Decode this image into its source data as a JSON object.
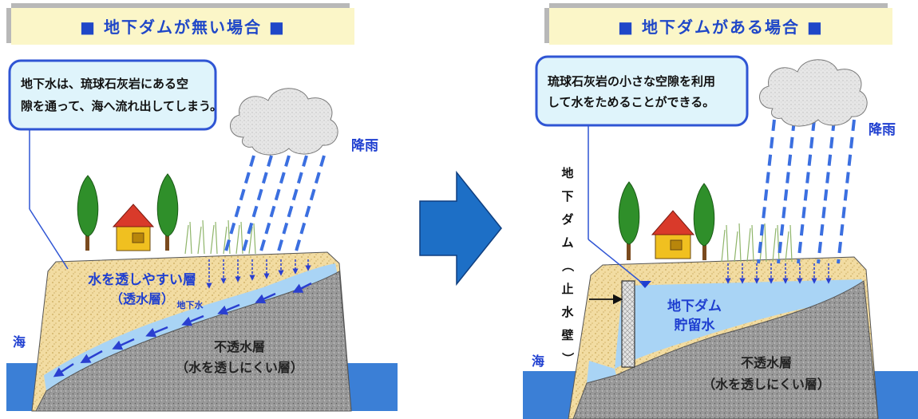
{
  "colors": {
    "title_bg": "#fbf6c8",
    "title_text": "#1f47c8",
    "callout_fill": "#dff4fb",
    "callout_border": "#2f55d4",
    "sea": "#3b7fd6",
    "permeable_layer": "#f2dca2",
    "impermeable_layer": "#9a9a9a",
    "groundwater": "#a9d4f5",
    "rain": "#3b6fe0",
    "arrow_shape": "#1d6fc6"
  },
  "left_panel": {
    "title": "■ 地下ダムが無い場合 ■",
    "callout_lines": [
      "地下水は、琉球石灰岩にある空",
      "隙を通って、海へ流れ出してしまう。"
    ],
    "rain_label": "降雨",
    "sea_label": "海",
    "permeable_layer_lines": [
      "水を透しやすい層",
      "（透水層）"
    ],
    "groundwater_label": "地下水",
    "impermeable_layer_lines": [
      "不透水層",
      "（水を透しにくい層）"
    ]
  },
  "right_panel": {
    "title": "■ 地下ダムがある場合 ■",
    "callout_lines": [
      "琉球石灰岩の小さな空隙を利用",
      "して水をためることができる。"
    ],
    "rain_label": "降雨",
    "sea_label": "海",
    "dam_vertical_label": "地下ダム（止水壁）",
    "reservoir_lines": [
      "地下ダム",
      "貯留水"
    ],
    "impermeable_layer_lines": [
      "不透水層",
      "（水を透しにくい層）"
    ]
  }
}
